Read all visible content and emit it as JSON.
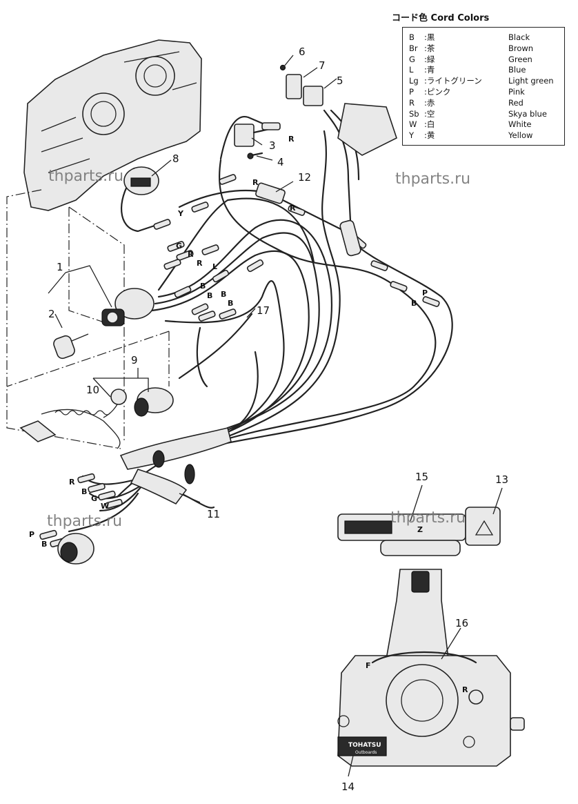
{
  "legend": {
    "title": "コード色 Cord Colors",
    "rows": [
      {
        "code": "B",
        "jp": ":黒",
        "en": "Black"
      },
      {
        "code": "Br",
        "jp": ":茶",
        "en": "Brown"
      },
      {
        "code": "G",
        "jp": ":緑",
        "en": "Green"
      },
      {
        "code": "L",
        "jp": ":青",
        "en": "Blue"
      },
      {
        "code": "Lg",
        "jp": ":ライトグリーン",
        "en": "Light green"
      },
      {
        "code": "P",
        "jp": ":ピンク",
        "en": "Pink"
      },
      {
        "code": "R",
        "jp": ":赤",
        "en": "Red"
      },
      {
        "code": "Sb",
        "jp": ":空",
        "en": "Skya blue"
      },
      {
        "code": "W",
        "jp": ":白",
        "en": "White"
      },
      {
        "code": "Y",
        "jp": ":黄",
        "en": "Yellow"
      }
    ]
  },
  "callouts": [
    "1",
    "2",
    "3",
    "4",
    "5",
    "6",
    "7",
    "8",
    "9",
    "10",
    "11",
    "12",
    "13",
    "14",
    "15",
    "16",
    "17"
  ],
  "wire_labels": {
    "r": "R",
    "y": "Y",
    "g": "G",
    "l": "L",
    "b": "B",
    "p": "P",
    "w": "W"
  },
  "watermark": "thparts.ru",
  "throttle_marks": {
    "f": "F",
    "r": "R",
    "brand": "TOHATSU",
    "sub": "Outboards"
  }
}
